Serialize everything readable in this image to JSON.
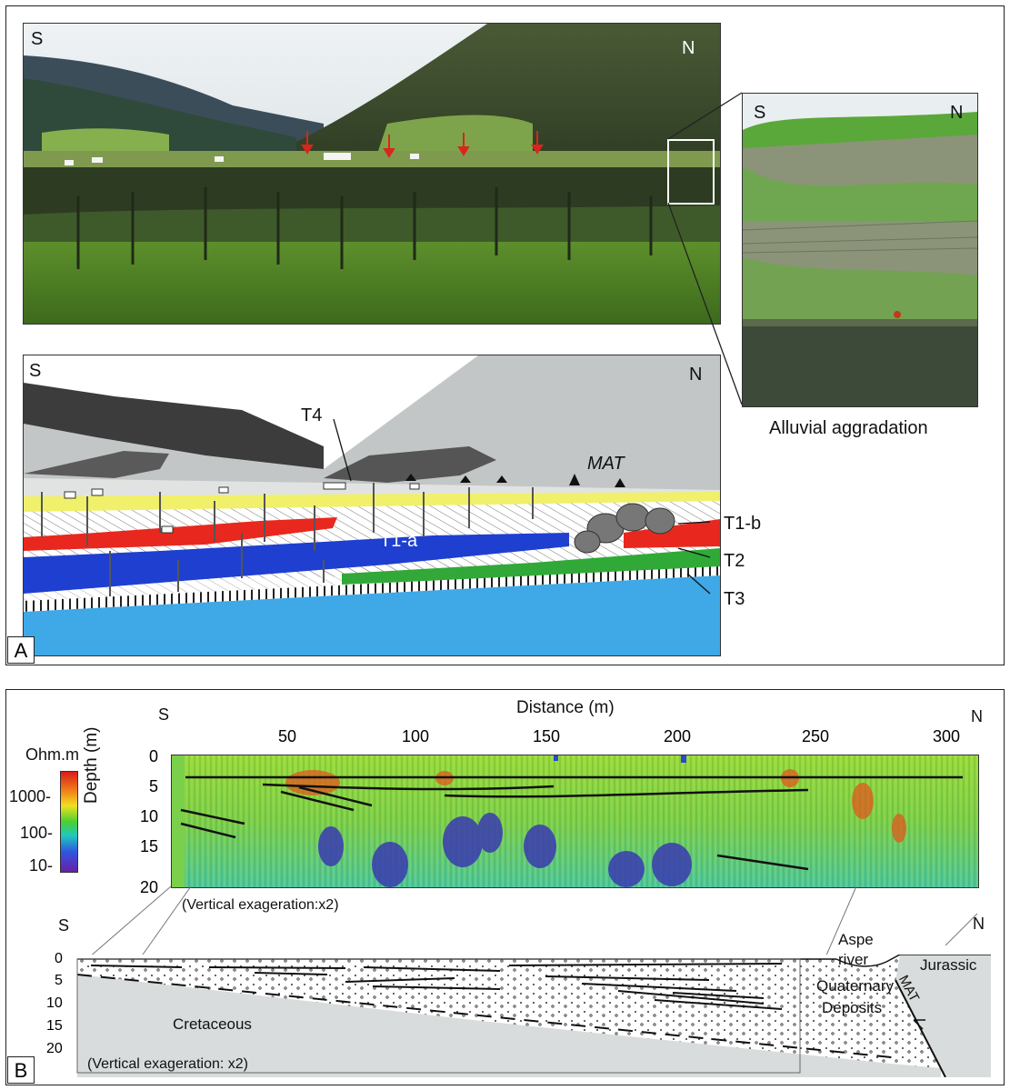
{
  "panel_a": {
    "letter": "A",
    "photo": {
      "left_dir": "S",
      "right_dir": "N"
    },
    "inset": {
      "left_dir": "S",
      "right_dir": "N",
      "caption": "Alluvial aggradation"
    },
    "sketch": {
      "left_dir": "S",
      "right_dir": "N",
      "labels": {
        "t4": "T4",
        "mat": "MAT",
        "t1a": "T1-a",
        "t1b": "T1-b",
        "t2": "T2",
        "t3": "T3"
      }
    }
  },
  "panel_b": {
    "letter": "B",
    "colorbar": {
      "unit": "Ohm.m",
      "ticks": [
        "1000-",
        "100-",
        "10-"
      ]
    },
    "gpr": {
      "left_dir": "S",
      "right_dir": "N",
      "xlabel": "Distance (m)",
      "ylabel": "Depth (m)",
      "xticks": [
        "50",
        "100",
        "150",
        "200",
        "250",
        "300"
      ],
      "yticks": [
        "0",
        "5",
        "10",
        "15",
        "20"
      ],
      "note": "(Vertical exageration:x2)"
    },
    "section": {
      "left_dir": "S",
      "right_dir": "N",
      "yticks": [
        "0",
        "5",
        "10",
        "15",
        "20"
      ],
      "note": "(Vertical exageration: x2)",
      "labels": {
        "cretaceous": "Cretaceous",
        "quaternary_1": "Quaternary",
        "quaternary_2": "Deposits",
        "river_1": "Aspe",
        "river_2": "river",
        "jurassic": "Jurassic",
        "mat": "MAT"
      }
    }
  },
  "colors": {
    "t1a": "#1f3fd0",
    "t1b": "#e8281e",
    "t2": "#2faa36",
    "t3": "#3fa8e6",
    "t4": "#f0f06a",
    "bedrock": "#d9dcdc",
    "mountain": "#c3c6c6",
    "dark_ridge": "#3c3c3c"
  }
}
